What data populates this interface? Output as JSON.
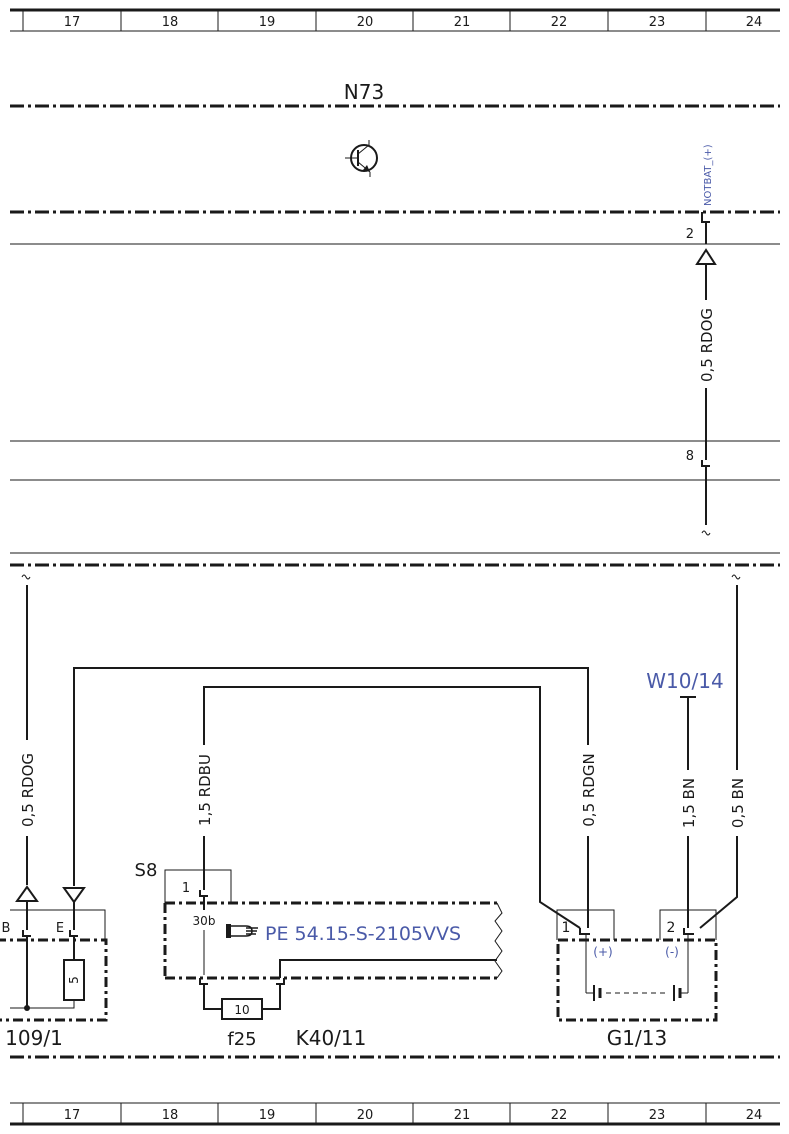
{
  "grid": {
    "columns": [
      "17",
      "18",
      "19",
      "20",
      "21",
      "22",
      "23",
      "24"
    ]
  },
  "components": {
    "n73": {
      "label": "N73"
    },
    "notbat": {
      "label": "NOTBAT_(+)",
      "pin": "2"
    },
    "connector_8": {
      "pin": "8"
    },
    "s8": {
      "label": "S8",
      "pin": "1",
      "terminal": "30b"
    },
    "k40_11": {
      "label": "K40/11"
    },
    "f25": {
      "label": "f25",
      "value": "10"
    },
    "ref": {
      "text": "PE 54.15-S-2105VVS"
    },
    "g1_13": {
      "label": "G1/13",
      "pin1": "1",
      "pin2": "2",
      "plus": "(+)",
      "minus": "(-)"
    },
    "w10_14": {
      "label": "W10/14"
    },
    "left_part": {
      "label": "109/1",
      "pin_b": "B",
      "pin_e": "E",
      "fuse": "5"
    }
  },
  "wires": {
    "w_top": "0,5 RDOG",
    "w_left": "0,5 RDOG",
    "w_rdbu": "1,5 RDBU",
    "w_rdgn": "0,5 RDGN",
    "w_bn15": "1,5 BN",
    "w_bn05": "0,5 BN"
  },
  "colors": {
    "line": "#1a1a1a",
    "label_blue": "#4a5aa8"
  }
}
